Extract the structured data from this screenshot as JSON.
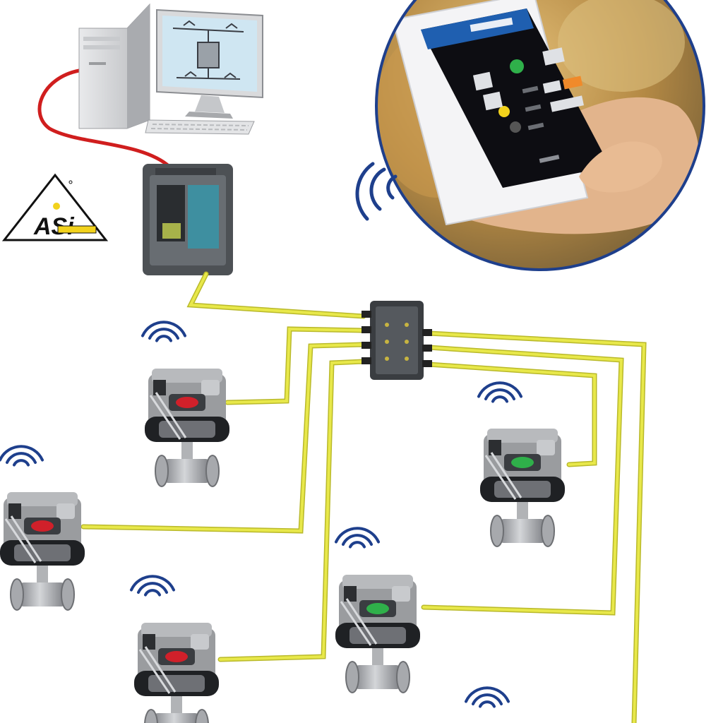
{
  "logo": {
    "text": "ASi"
  },
  "colors": {
    "cable": "#e8e84a",
    "cable_edge": "#b9b92a",
    "red_cable": "#d01e1e",
    "wifi": "#1e3f8c",
    "led_red": "#d0202a",
    "led_green": "#2fb04a",
    "valve_body": "#8d8f93",
    "phone_screen": "#0d0d12",
    "phone_header": "#1f5fb0"
  },
  "icons": {
    "computer": "desktop-computer-icon",
    "gateway": "asi-gateway-icon",
    "distributor": "passive-distributor-icon",
    "valve": "valve-actuator-icon",
    "wireless": "wifi-signal-icon",
    "phone": "smartphone-icon"
  },
  "valves": [
    {
      "id": "valve-1",
      "led": "red"
    },
    {
      "id": "valve-2",
      "led": "red"
    },
    {
      "id": "valve-3",
      "led": "red"
    },
    {
      "id": "valve-4",
      "led": "green"
    },
    {
      "id": "valve-5",
      "led": "green"
    }
  ]
}
